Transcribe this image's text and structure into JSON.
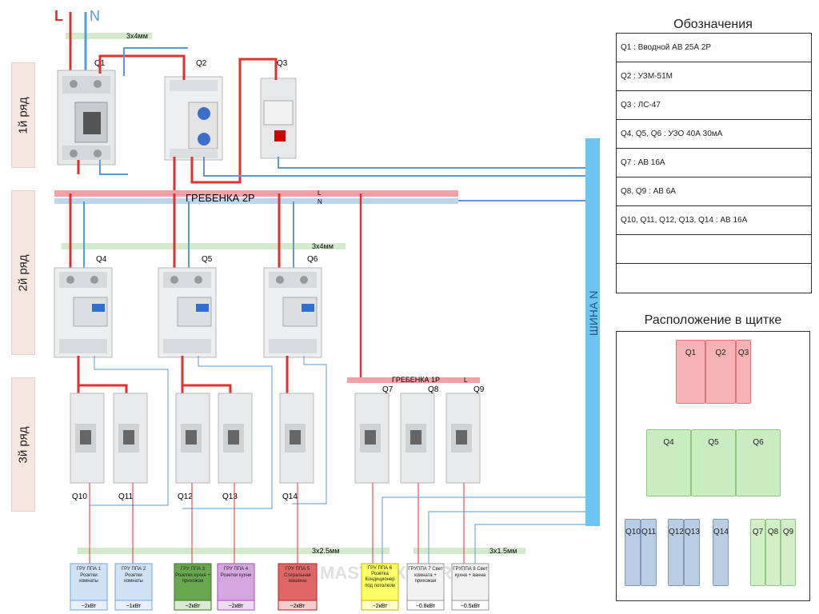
{
  "phase_label": "L",
  "neutral_label": "N",
  "rows": [
    "1й ряд",
    "2й ряд",
    "3й ряд"
  ],
  "cable_labels": {
    "top": "3х4мм",
    "row2": "3х4мм",
    "bottom_a": "3х2.5мм",
    "bottom_b": "3х1.5мм"
  },
  "comb_2p": "ГРЕБЕНКА 2Р",
  "comb_2p_l": "L",
  "comb_2p_n": "N",
  "comb_1p": "ГРЕБЕНКА 1Р",
  "comb_1p_l": "L",
  "bus_label": "ШИНА N",
  "watermark": "MASTERXOM.RU",
  "devices": {
    "q1": "Q1",
    "q2": "Q2",
    "q3": "Q3",
    "q4": "Q4",
    "q5": "Q5",
    "q6": "Q6",
    "q7": "Q7",
    "q8": "Q8",
    "q9": "Q9",
    "q10": "Q10",
    "q11": "Q11",
    "q12": "Q12",
    "q13": "Q13",
    "q14": "Q14"
  },
  "groups": [
    {
      "name": "ГРУ ППА 1 Розетки комнаты",
      "power": "~2кВт",
      "color": "#cfe2f3",
      "border": "#6fa8dc"
    },
    {
      "name": "ГРУ ППА 2 Розетки комнаты",
      "power": "~1кВт",
      "color": "#cfe2f3",
      "border": "#6fa8dc"
    },
    {
      "name": "ГРУ ППА 3 Розетки кухня + прихожая",
      "power": "~2кВт",
      "color": "#6aa84f",
      "border": "#38761d"
    },
    {
      "name": "ГРУ ППА 4 Розетки кухни",
      "power": "~2кВт",
      "color": "#d5a6e0",
      "border": "#a64dbc"
    },
    {
      "name": "ГРУ ППА 5 Стиральная машина",
      "power": "~2кВт",
      "color": "#e06666",
      "border": "#b22222"
    },
    {
      "name": "ГРУ ППА 6 Розетка Кондиционер под потолком",
      "power": "~2кВт",
      "color": "#ffff66",
      "border": "#c9b300"
    },
    {
      "name": "ГРУППА 7 Свет комната + прихожая",
      "power": "~0.8кВт",
      "color": "#f2f2f2",
      "border": "#999999"
    },
    {
      "name": "ГРУППА 8 Свет кухня + ванна",
      "power": "~0.5кВт",
      "color": "#f2f2f2",
      "border": "#999999"
    }
  ],
  "legend": {
    "title": "Обозначения",
    "rows": [
      "Q1 : Вводной АВ 25А 2Р",
      "Q2 : УЗМ-51М",
      "Q3 : ЛС-47",
      "Q4, Q5, Q6 : УЗО 40А 30мА",
      "Q7 : АВ 16А",
      "Q8, Q9 : АВ 6А",
      "Q10, Q11, Q12, Q13, Q14 : АВ 16А",
      "",
      ""
    ]
  },
  "layout": {
    "title": "Расположение в щитке",
    "row1": [
      "Q1",
      "Q2",
      "Q3"
    ],
    "row2": [
      "Q4",
      "Q5",
      "Q6"
    ],
    "row3": [
      "Q10",
      "Q11",
      "Q12",
      "Q13",
      "Q14",
      "Q7",
      "Q8",
      "Q9"
    ]
  },
  "colors": {
    "phase": "#e03030",
    "neutral": "#5b9bd5",
    "comb_red": "#f4a0a4",
    "comb_blue": "#bcd6ee",
    "cable_green": "#d3ebcc",
    "bus": "#6fc3f0"
  }
}
